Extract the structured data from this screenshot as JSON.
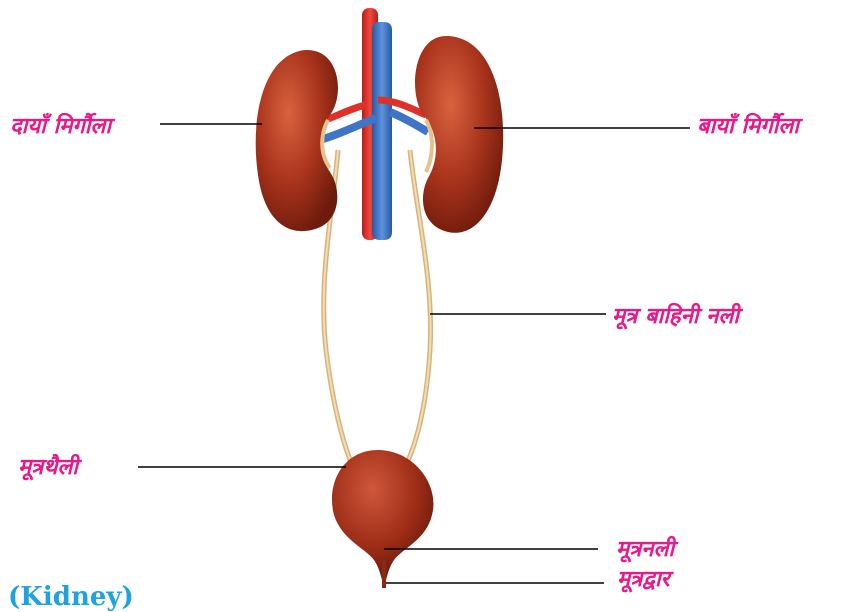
{
  "colors": {
    "label": "#e8198b",
    "footer": "#1fa3e0",
    "kidney": "#a9341c",
    "artery": "#e0302a",
    "vein": "#3f75c6",
    "ureter": "#e2c28c",
    "bladder": "#9c2c16"
  },
  "labels": {
    "right_kidney": "दायाँ मिर्गौला",
    "left_kidney": "बायाँ मिर्गौला",
    "ureter": "मूत्र बाहिनी नली",
    "bladder": "मूत्रथैली",
    "urethra": "मूत्रनली",
    "urethral_opening": "मूत्रद्वार"
  },
  "footer_text": "(Kidney)"
}
